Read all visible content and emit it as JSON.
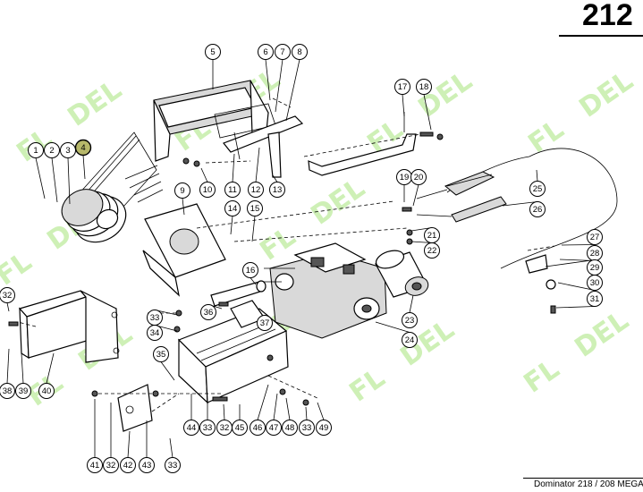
{
  "page": {
    "number": "212",
    "footer": "Dominator 218 / 208 MEGA"
  },
  "watermark": {
    "text": "FL  DEL",
    "color": "#8fd65f"
  },
  "callouts": [
    {
      "id": "1",
      "label": "1",
      "highlight": false
    },
    {
      "id": "2",
      "label": "2",
      "highlight": false
    },
    {
      "id": "3",
      "label": "3",
      "highlight": false
    },
    {
      "id": "4",
      "label": "4",
      "highlight": true
    },
    {
      "id": "5",
      "label": "5",
      "highlight": false
    },
    {
      "id": "6",
      "label": "6",
      "highlight": false
    },
    {
      "id": "7",
      "label": "7",
      "highlight": false
    },
    {
      "id": "8",
      "label": "8",
      "highlight": false
    },
    {
      "id": "9",
      "label": "9",
      "highlight": false
    },
    {
      "id": "10",
      "label": "10",
      "highlight": false
    },
    {
      "id": "11",
      "label": "11",
      "highlight": false
    },
    {
      "id": "12",
      "label": "12",
      "highlight": false
    },
    {
      "id": "13",
      "label": "13",
      "highlight": false
    },
    {
      "id": "14",
      "label": "14",
      "highlight": false
    },
    {
      "id": "15",
      "label": "15",
      "highlight": false
    },
    {
      "id": "16",
      "label": "16",
      "highlight": false
    },
    {
      "id": "17",
      "label": "17",
      "highlight": false
    },
    {
      "id": "18",
      "label": "18",
      "highlight": false
    },
    {
      "id": "19",
      "label": "19",
      "highlight": false
    },
    {
      "id": "20",
      "label": "20",
      "highlight": false
    },
    {
      "id": "21",
      "label": "21",
      "highlight": false
    },
    {
      "id": "22",
      "label": "22",
      "highlight": false
    },
    {
      "id": "23",
      "label": "23",
      "highlight": false
    },
    {
      "id": "24",
      "label": "24",
      "highlight": false
    },
    {
      "id": "25",
      "label": "25",
      "highlight": false
    },
    {
      "id": "26",
      "label": "26",
      "highlight": false
    },
    {
      "id": "27",
      "label": "27",
      "highlight": false
    },
    {
      "id": "28",
      "label": "28",
      "highlight": false
    },
    {
      "id": "29",
      "label": "29",
      "highlight": false
    },
    {
      "id": "30",
      "label": "30",
      "highlight": false
    },
    {
      "id": "31",
      "label": "31",
      "highlight": false
    },
    {
      "id": "32a",
      "label": "32",
      "highlight": false
    },
    {
      "id": "33a",
      "label": "33",
      "highlight": false
    },
    {
      "id": "34",
      "label": "34",
      "highlight": false
    },
    {
      "id": "35",
      "label": "35",
      "highlight": false
    },
    {
      "id": "36",
      "label": "36",
      "highlight": false
    },
    {
      "id": "37",
      "label": "37",
      "highlight": false
    },
    {
      "id": "38",
      "label": "38",
      "highlight": false
    },
    {
      "id": "39",
      "label": "39",
      "highlight": false
    },
    {
      "id": "40",
      "label": "40",
      "highlight": false
    },
    {
      "id": "41",
      "label": "41",
      "highlight": false
    },
    {
      "id": "32b",
      "label": "32",
      "highlight": false
    },
    {
      "id": "42",
      "label": "42",
      "highlight": false
    },
    {
      "id": "43",
      "label": "43",
      "highlight": false
    },
    {
      "id": "33b",
      "label": "33",
      "highlight": false
    },
    {
      "id": "44",
      "label": "44",
      "highlight": false
    },
    {
      "id": "33c",
      "label": "33",
      "highlight": false
    },
    {
      "id": "32c",
      "label": "32",
      "highlight": false
    },
    {
      "id": "45",
      "label": "45",
      "highlight": false
    },
    {
      "id": "46",
      "label": "46",
      "highlight": false
    },
    {
      "id": "47",
      "label": "47",
      "highlight": false
    },
    {
      "id": "48",
      "label": "48",
      "highlight": false
    },
    {
      "id": "33d",
      "label": "33",
      "highlight": false
    },
    {
      "id": "49",
      "label": "49",
      "highlight": false
    }
  ],
  "colors": {
    "highlight_fill": "#b7b86a",
    "line": "#000000"
  }
}
